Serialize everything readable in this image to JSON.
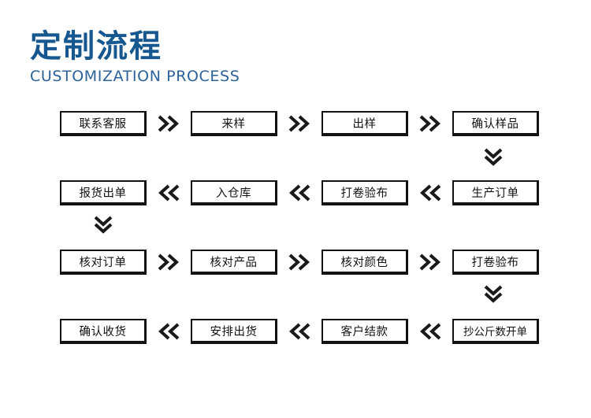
{
  "header": {
    "title_cn": "定制流程",
    "title_en": "CUSTOMIZATION PROCESS",
    "title_color": "#16578f",
    "subtitle_color": "#2c6199"
  },
  "flow": {
    "node_border_color": "#121212",
    "node_text_color": "#111111",
    "background": "#ffffff",
    "rows": [
      {
        "direction": "left-to-right",
        "connector_icon": "chevron-double-right-icon",
        "nodes": [
          {
            "label": "联系客服"
          },
          {
            "label": "来样"
          },
          {
            "label": "出样"
          },
          {
            "label": "确认样品"
          }
        ]
      },
      {
        "direction": "right-to-left",
        "connector_icon": "chevron-double-left-icon",
        "nodes": [
          {
            "label": "报货出单"
          },
          {
            "label": "入仓库"
          },
          {
            "label": "打卷验布"
          },
          {
            "label": "生产订单"
          }
        ]
      },
      {
        "direction": "left-to-right",
        "connector_icon": "chevron-double-right-icon",
        "nodes": [
          {
            "label": "核对订单"
          },
          {
            "label": "核对产品"
          },
          {
            "label": "核对颜色"
          },
          {
            "label": "打卷验布"
          }
        ]
      },
      {
        "direction": "right-to-left",
        "connector_icon": "chevron-double-left-icon",
        "nodes": [
          {
            "label": "确认收货"
          },
          {
            "label": "安排出货"
          },
          {
            "label": "客户结款"
          },
          {
            "label": "抄公斤数开单"
          }
        ]
      }
    ],
    "vertical_connectors": [
      {
        "icon": "chevron-double-down-icon",
        "side": "right",
        "after_row": 1
      },
      {
        "icon": "chevron-double-down-icon",
        "side": "left",
        "after_row": 2
      },
      {
        "icon": "chevron-double-down-icon",
        "side": "right",
        "after_row": 3
      }
    ]
  }
}
